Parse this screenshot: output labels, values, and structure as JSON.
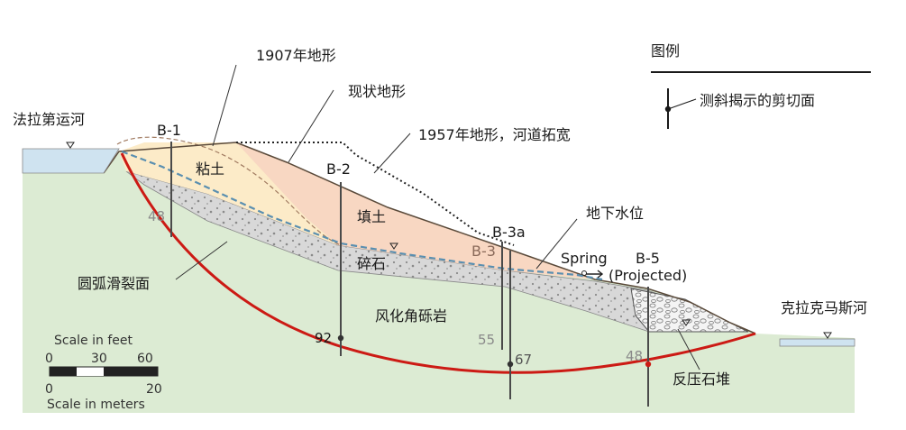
{
  "labels": {
    "topo_1907": "1907年地形",
    "topo_current": "现状地形",
    "topo_1957": "1957年地形，河道拓宽",
    "canal_left": "法拉第运河",
    "river_right": "克拉克马斯河",
    "groundwater": "地下水位",
    "clay": "粘土",
    "fill": "填土",
    "gravel": "碎石",
    "breccia": "风化角砾岩",
    "slip_surface": "圆弧滑裂面",
    "buttress": "反压石堆",
    "spring": "Spring",
    "projected": "(Projected)"
  },
  "legend": {
    "title": "图例",
    "item": "测斜揭示的剪切面"
  },
  "boreholes": {
    "b1": "B-1",
    "b2": "B-2",
    "b3a": "B-3a",
    "b3": "B-3",
    "b5": "B-5"
  },
  "depths": {
    "b1": "48",
    "b2": "92",
    "b3": "55",
    "b3a": "67",
    "b5": "48"
  },
  "scale": {
    "feet_title": "Scale in feet",
    "feet_0": "0",
    "feet_30": "30",
    "feet_60": "60",
    "meters_0": "0",
    "meters_20": "20",
    "meters_title": "Scale in meters"
  },
  "colors": {
    "ground": "#dcebd3",
    "clay": "#fcebc8",
    "fill": "#f8d7c2",
    "gravel": "#d8d8d8",
    "water": "#cfe3f0",
    "slip": "#cc1a14",
    "groundwater": "#5a8fb0"
  }
}
